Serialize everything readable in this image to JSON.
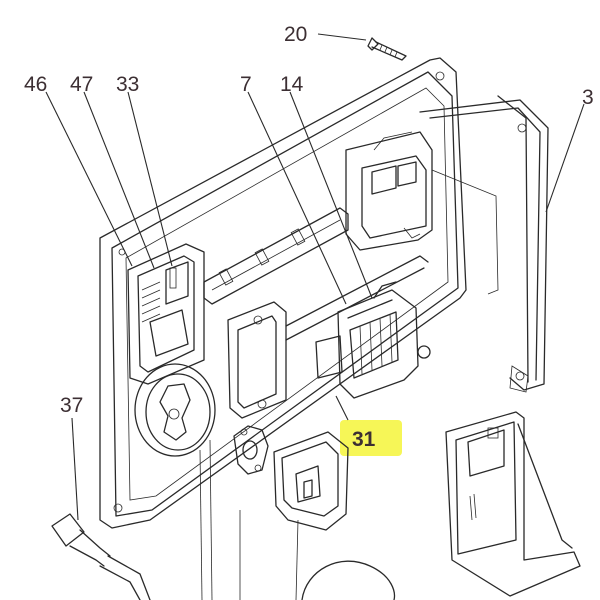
{
  "diagram": {
    "callouts": [
      {
        "id": "c20",
        "label": "20"
      },
      {
        "id": "c46",
        "label": "46"
      },
      {
        "id": "c47",
        "label": "47"
      },
      {
        "id": "c33",
        "label": "33"
      },
      {
        "id": "c7",
        "label": "7"
      },
      {
        "id": "c14",
        "label": "14"
      },
      {
        "id": "c3",
        "label": "3"
      },
      {
        "id": "c37",
        "label": "37"
      },
      {
        "id": "c31",
        "label": "31"
      }
    ],
    "highlighted_callout": "31",
    "highlight_color": "#f4f43a",
    "line_color": "#2a2a2a",
    "label_color": "#3c2f33"
  }
}
